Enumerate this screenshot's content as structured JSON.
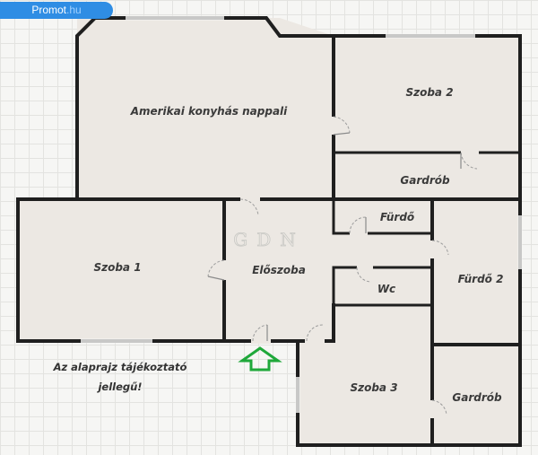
{
  "source_badge": {
    "brand": "Promot",
    "suffix": ".hu"
  },
  "watermark": "GDN",
  "rooms": {
    "living_kitchen": "Amerikai konyhás nappali",
    "bedroom_2": "Szoba 2",
    "wardrobe_top": "Gardrób",
    "bathroom": "Fürdő",
    "bedroom_1": "Szoba 1",
    "hallway": "Előszoba",
    "wc": "Wc",
    "bathroom_2": "Fürdő 2",
    "bedroom_3": "Szoba 3",
    "wardrobe_bottom": "Gardrób"
  },
  "note": {
    "line1": "Az alaprajz tájékoztató",
    "line2": "jellegű!"
  },
  "colors": {
    "wall": "#1f1f1f",
    "floor": "#ece8e3",
    "badge": "#2f8de4",
    "entrance_arrow": "#1fa83a"
  },
  "icons": {
    "entrance": "entrance-arrow-icon"
  }
}
